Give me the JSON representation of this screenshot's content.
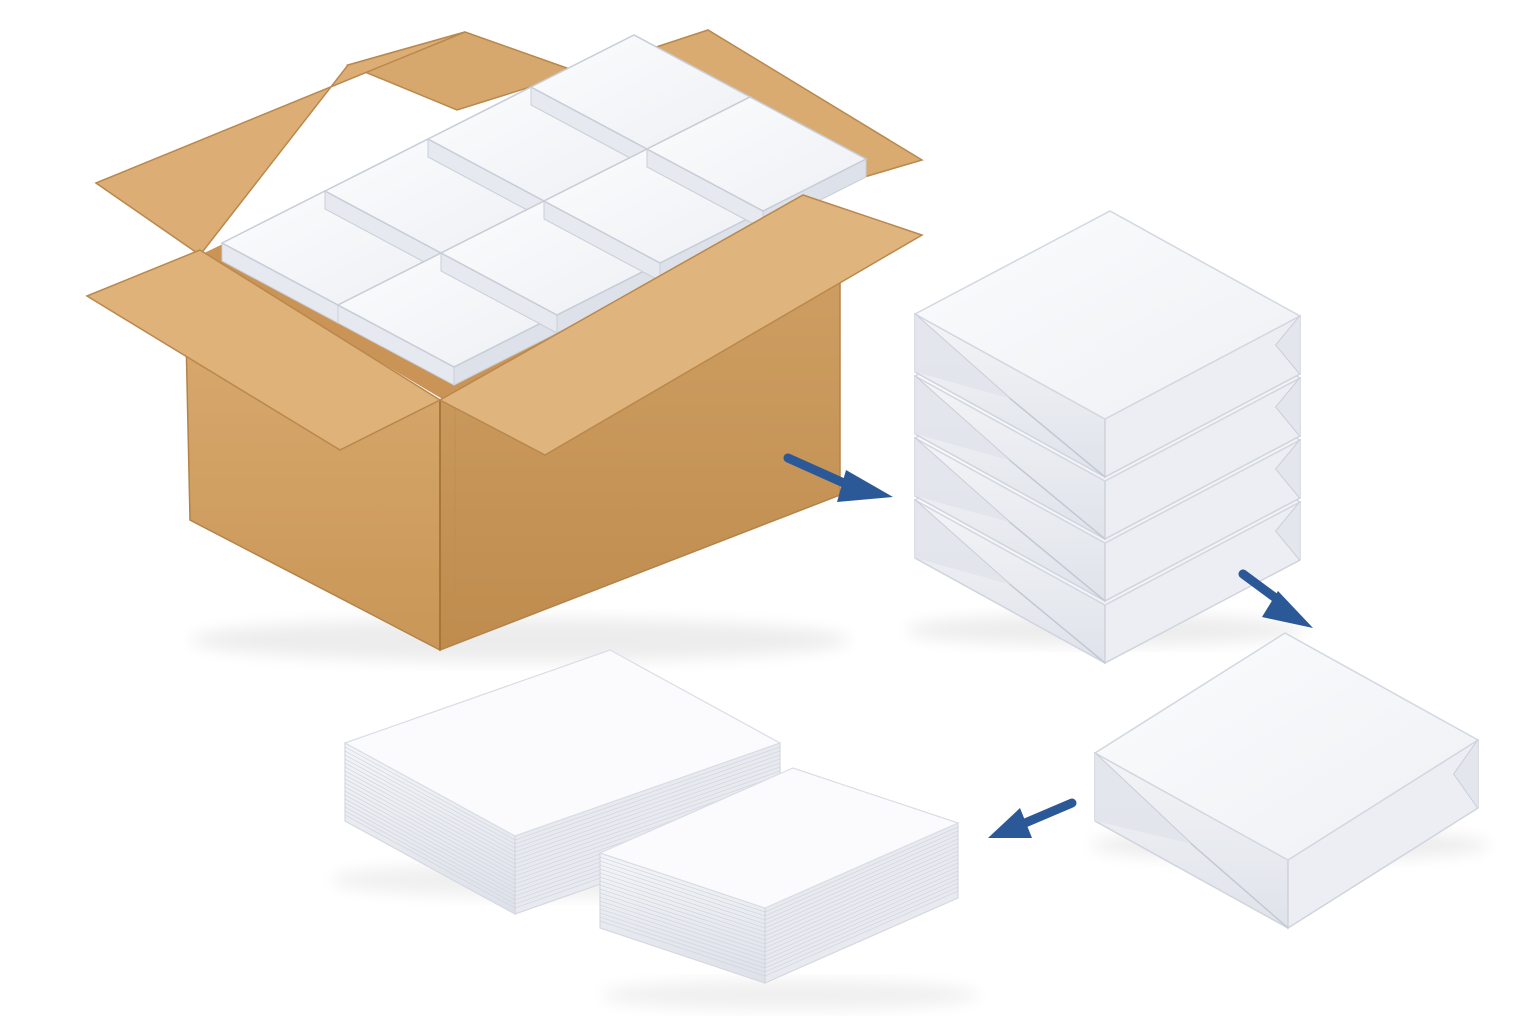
{
  "diagram": {
    "steps": [
      {
        "name": "box",
        "icon": "open-cardboard-box-icon",
        "contents_count": 8
      },
      {
        "name": "ream-stack",
        "icon": "wrapped-ream-stack-icon",
        "count": 4
      },
      {
        "name": "single-ream",
        "icon": "wrapped-ream-icon",
        "count": 1
      },
      {
        "name": "loose-sheets",
        "icon": "paper-stack-icon",
        "count": 2
      }
    ],
    "arrows": [
      "arrow-right-down-icon",
      "arrow-right-down-icon",
      "arrow-left-down-icon"
    ]
  },
  "colors": {
    "background": "#ffffff",
    "cardboard_light": "#deb07a",
    "cardboard_mid": "#d2a46c",
    "cardboard_dark": "#c79558",
    "cardboard_inner": "#e3b783",
    "cardboard_edge": "#b58347",
    "ream_top": "#f6f7fa",
    "ream_side": "#e9ecf2",
    "ream_shadow": "#d5d9e2",
    "paper_edge": "#e4e7ee",
    "arrow": "#2b5896"
  }
}
